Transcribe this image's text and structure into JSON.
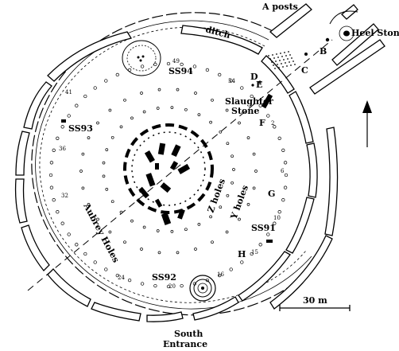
{
  "labels": {
    "a_posts": "A posts",
    "heel_stone": "Heel Stone",
    "ditch": "ditch",
    "slaughter_stone_l1": "Slaughter",
    "slaughter_stone_l2": "Stone",
    "ss93": "SS93",
    "ss94": "SS94",
    "ss91": "SS91",
    "ss92": "SS92",
    "aubrey_holes": "Aubrey  Holes",
    "z_holes": "Z holes",
    "y_holes": "Y holes",
    "south_entrance_l1": "South",
    "south_entrance_l2": "Entrance",
    "scale": "30 m",
    "b": "B",
    "c": "C",
    "d": "D",
    "e": "E",
    "f": "F",
    "g": "G",
    "h": "H"
  },
  "hole_numbers": {
    "n49": "49",
    "n54": "54",
    "n41": "41",
    "n36": "36",
    "n32": "32",
    "n24": "24",
    "n20": "20",
    "n16": "16",
    "n15": "15",
    "n10": "10",
    "n6": "6",
    "n2": "2"
  },
  "north_arrow": "north-arrow"
}
